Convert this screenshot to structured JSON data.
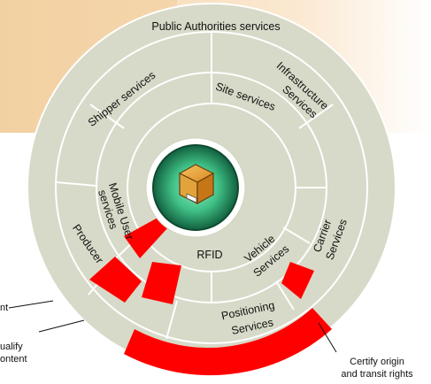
{
  "diagram": {
    "outer_ring_label": "Public Authorities services",
    "shipper": "Shipper services",
    "infrastructure_line1": "Infrastructure",
    "infrastructure_line2": "Services",
    "site": "Site services",
    "mobile_user_line1": "Mobile User",
    "mobile_user_line2": "services",
    "producer": "Producer",
    "rfid": "RFID",
    "vehicle_line1": "Vehicle",
    "vehicle_line2": "Services",
    "carrier_line1": "Carrier",
    "carrier_line2": "Services",
    "positioning_line1": "Positioning",
    "positioning_line2": "Services",
    "callout_left_top": "nt",
    "callout_left_mid_line1": "ualify",
    "callout_left_mid_line2": "ontent",
    "callout_bottom_right_line1": "Certify origin",
    "callout_bottom_right_line2": "and transit rights",
    "colors": {
      "ring_fill": "#d8dbc9",
      "ring_stroke": "#ffffff",
      "highlight_red": "#ff0000",
      "core_green": "#1e8a5a",
      "core_light": "#5fd6a0",
      "box_orange": "#d98b22",
      "background_band": "#f6ddb8"
    },
    "icons": [
      "package-icon"
    ]
  }
}
